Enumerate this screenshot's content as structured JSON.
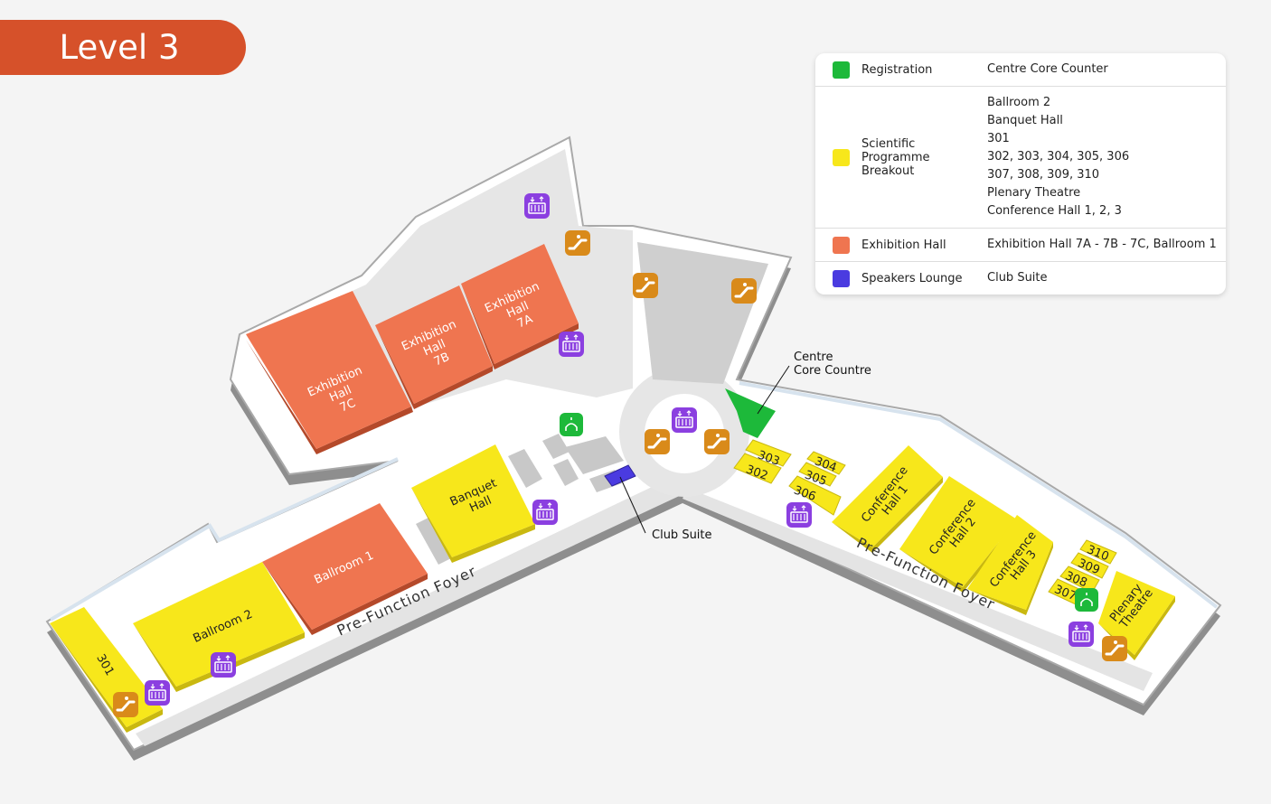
{
  "title": "Level 3",
  "legend": [
    {
      "category": "Registration",
      "color": "#1db93a",
      "items": [
        "Centre Core Counter"
      ]
    },
    {
      "category": "Scientific Programme Breakout",
      "color": "#f7e71b",
      "items": [
        "Ballroom 2",
        "Banquet Hall",
        "301",
        "302, 303, 304, 305, 306",
        "307, 308, 309, 310",
        "Plenary Theatre",
        "Conference Hall 1, 2, 3"
      ]
    },
    {
      "category": "Exhibition Hall",
      "color": "#ef7550",
      "items": [
        "Exhibition Hall 7A - 7B - 7C, Ballroom 1"
      ]
    },
    {
      "category": "Speakers Lounge",
      "color": "#4a3be0",
      "items": [
        "Club Suite"
      ]
    }
  ],
  "rooms": {
    "ex7c": [
      "Exhibition",
      "Hall",
      "7C"
    ],
    "ex7b": [
      "Exhibition",
      "Hall",
      "7B"
    ],
    "ex7a": [
      "Exhibition",
      "Hall",
      "7A"
    ],
    "banquet": [
      "Banquet",
      "Hall"
    ],
    "ballroom1": "Ballroom 1",
    "ballroom2": "Ballroom 2",
    "r301": "301",
    "r302": "302",
    "r303": "303",
    "r304": "304",
    "r305": "305",
    "r306": "306",
    "r307": "307",
    "r308": "308",
    "r309": "309",
    "r310": "310",
    "conf1": [
      "Conference",
      "Hall 1"
    ],
    "conf2": [
      "Conference",
      "Hall 2"
    ],
    "conf3": [
      "Conference",
      "Hall 3"
    ],
    "plenary": [
      "Plenary",
      "Theatre"
    ]
  },
  "foyer_left": "Pre-Function Foyer",
  "foyer_right": "Pre-Function Foyer",
  "callouts": {
    "centre_core": [
      "Centre",
      "Core Countre"
    ],
    "club_suite": "Club Suite"
  },
  "icons": {
    "elevator": "elevator-icon",
    "escalator": "escalator-icon",
    "registration": "registration-icon"
  }
}
